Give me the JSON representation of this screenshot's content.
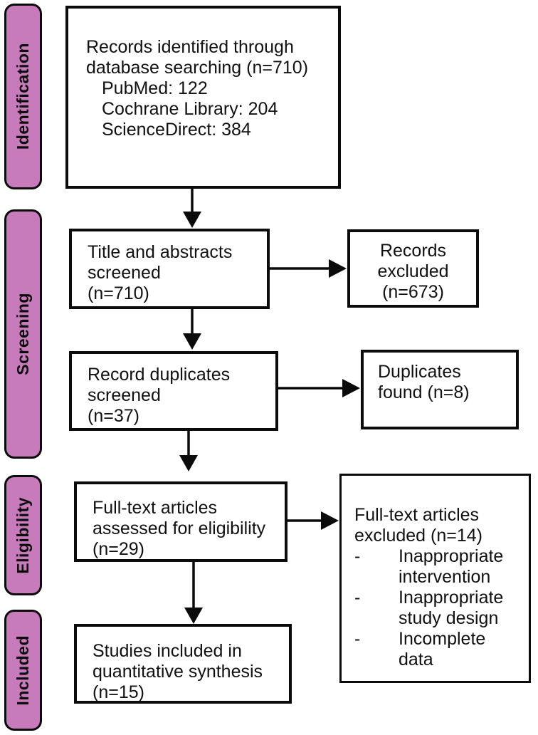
{
  "figure": {
    "type": "prisma-flow-diagram",
    "accent_color": "#c77bba",
    "stages": [
      {
        "label": "Identification"
      },
      {
        "label": "Screening"
      },
      {
        "label": "Eligibility"
      },
      {
        "label": "Included"
      }
    ],
    "boxes": {
      "records_identified": {
        "lines": [
          "Records identified through",
          "database searching (n=710)"
        ],
        "sources": [
          "PubMed: 122",
          "Cochrane Library: 204",
          "ScienceDirect: 384"
        ]
      },
      "titles_screened": {
        "lines": [
          "Title and abstracts",
          "screened",
          "(n=710)"
        ]
      },
      "records_excluded": {
        "lines": [
          "Records",
          "excluded",
          "(n=673)"
        ]
      },
      "duplicates_screened": {
        "lines": [
          "Record duplicates",
          "screened",
          "(n=37)"
        ]
      },
      "duplicates_found": {
        "lines": [
          "Duplicates",
          "found (n=8)"
        ]
      },
      "fulltext_assessed": {
        "lines": [
          "Full-text articles",
          "assessed for eligibility",
          "(n=29)"
        ]
      },
      "fulltext_excluded": {
        "lines": [
          "Full-text articles",
          "excluded (n=14)"
        ],
        "bullet": "-",
        "reasons": [
          "Inappropriate intervention",
          "Inappropriate study design",
          "Incomplete data"
        ]
      },
      "studies_included": {
        "lines": [
          "Studies included in",
          "quantitative synthesis",
          "(n=15)"
        ]
      }
    }
  }
}
